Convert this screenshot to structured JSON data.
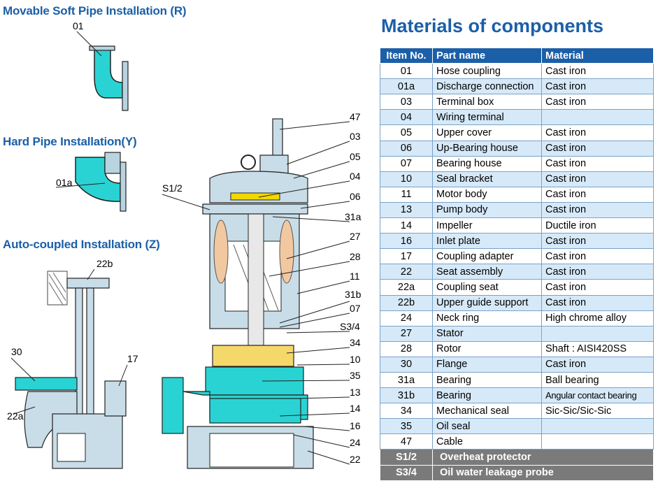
{
  "headings": {
    "movable": "Movable Soft Pipe Installation (R)",
    "hard": "Hard Pipe  Installation(Y)",
    "auto": "Auto-coupled Installation (Z)",
    "materials": "Materials of components"
  },
  "table": {
    "headers": [
      "Item No.",
      "Part name",
      "Material"
    ],
    "rows": [
      {
        "no": "01",
        "part": "Hose coupling",
        "material": "Cast iron"
      },
      {
        "no": "01a",
        "part": "Discharge connection",
        "material": "Cast iron"
      },
      {
        "no": "03",
        "part": "Terminal box",
        "material": "Cast iron"
      },
      {
        "no": "04",
        "part": "Wiring terminal",
        "material": ""
      },
      {
        "no": "05",
        "part": "Upper cover",
        "material": "Cast iron"
      },
      {
        "no": "06",
        "part": "Up-Bearing house",
        "material": "Cast iron"
      },
      {
        "no": "07",
        "part": "Bearing house",
        "material": "Cast iron"
      },
      {
        "no": "10",
        "part": "Seal bracket",
        "material": "Cast iron"
      },
      {
        "no": "11",
        "part": "Motor body",
        "material": "Cast iron"
      },
      {
        "no": "13",
        "part": "Pump body",
        "material": "Cast iron"
      },
      {
        "no": "14",
        "part": "Impeller",
        "material": "Ductile iron"
      },
      {
        "no": "16",
        "part": "Inlet plate",
        "material": "Cast iron"
      },
      {
        "no": "17",
        "part": "Coupling adapter",
        "material": "Cast iron"
      },
      {
        "no": "22",
        "part": "Seat assembly",
        "material": "Cast iron"
      },
      {
        "no": "22a",
        "part": "Coupling seat",
        "material": "Cast iron"
      },
      {
        "no": "22b",
        "part": "Upper guide support",
        "material": "Cast iron"
      },
      {
        "no": "24",
        "part": "Neck ring",
        "material": "High chrome alloy"
      },
      {
        "no": "27",
        "part": "Stator",
        "material": ""
      },
      {
        "no": "28",
        "part": "Rotor",
        "material": "Shaft : AISI420SS"
      },
      {
        "no": "30",
        "part": "Flange",
        "material": "Cast iron"
      },
      {
        "no": "31a",
        "part": "Bearing",
        "material": "Ball bearing"
      },
      {
        "no": "31b",
        "part": "Bearing",
        "material": "Angular contact bearing"
      },
      {
        "no": "34",
        "part": "Mechanical seal",
        "material": "Sic-Sic/Sic-Sic"
      },
      {
        "no": "35",
        "part": "Oil seal",
        "material": ""
      },
      {
        "no": "47",
        "part": "Cable",
        "material": ""
      }
    ],
    "extra": [
      {
        "no": "S1/2",
        "part": "Overheat protector"
      },
      {
        "no": "S3/4",
        "part": "Oil water leakage probe"
      }
    ]
  },
  "callouts": {
    "left": {
      "r01": "01",
      "y01a": "01a",
      "z22b": "22b",
      "z30": "30",
      "z17": "17",
      "z22a": "22a",
      "s12": "S1/2"
    },
    "right": [
      "47",
      "03",
      "05",
      "04",
      "06",
      "31a",
      "27",
      "28",
      "11",
      "31b",
      "07",
      "S3/4",
      "34",
      "10",
      "35",
      "13",
      "14",
      "16",
      "24",
      "22"
    ]
  },
  "colors": {
    "heading": "#1b5fa8",
    "cyan": "#2ad3d3",
    "light_blue": "#d6e9f8",
    "gray_row": "#7a7a7a",
    "body_fill": "#c8dde8"
  }
}
